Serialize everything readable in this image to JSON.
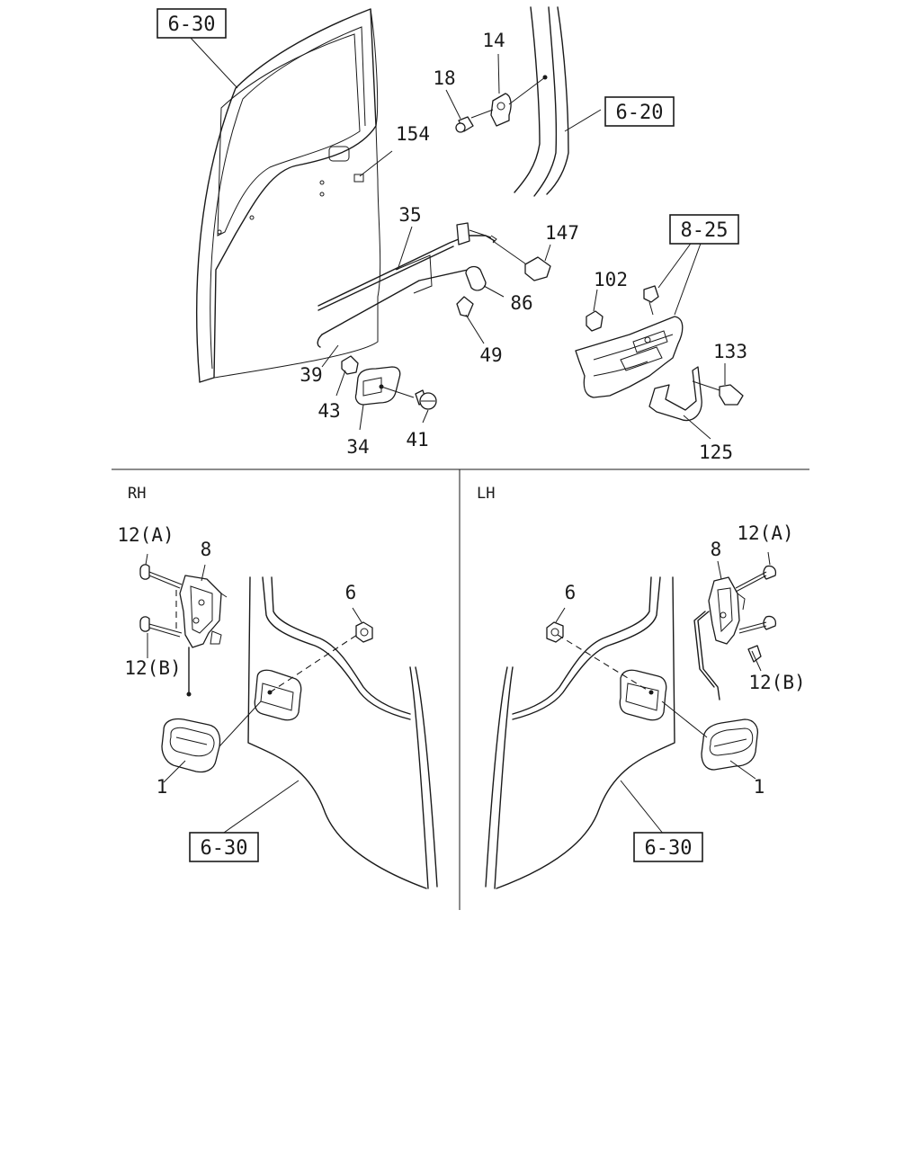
{
  "refs": {
    "door_top": "6-30",
    "pillar": "6-20",
    "armrest": "8-25",
    "rh_door": "6-30",
    "lh_door": "6-30"
  },
  "callouts": {
    "p14": "14",
    "p18": "18",
    "p154": "154",
    "p35": "35",
    "p147": "147",
    "p102": "102",
    "p86": "86",
    "p49": "49",
    "p39": "39",
    "p43": "43",
    "p34": "34",
    "p41": "41",
    "p133": "133",
    "p125": "125",
    "rh_12a": "12(A)",
    "rh_8": "8",
    "rh_12b": "12(B)",
    "rh_6": "6",
    "rh_1": "1",
    "lh_12a": "12(A)",
    "lh_8": "8",
    "lh_12b": "12(B)",
    "lh_6": "6",
    "lh_1": "1"
  },
  "sections": {
    "rh": "RH",
    "lh": "LH"
  }
}
